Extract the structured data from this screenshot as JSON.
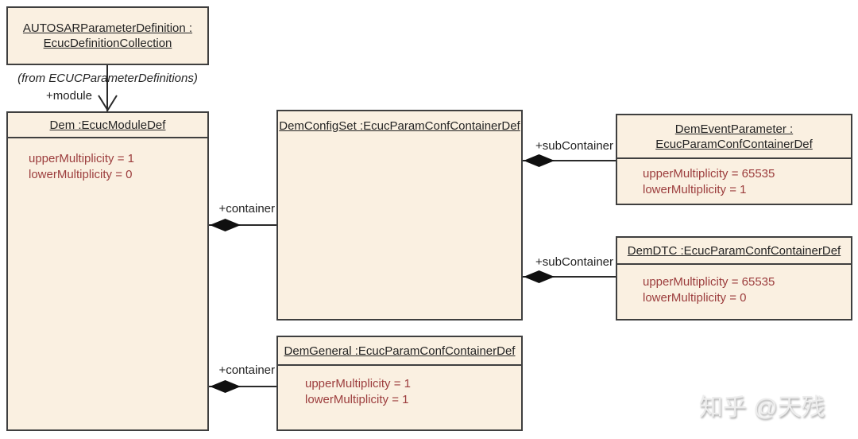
{
  "colors": {
    "box-fill": "#faf0e1",
    "box-border": "#3f3f3f",
    "title-color": "#242424",
    "attr-color": "#9c3d3d",
    "line-color": "#2a2a2a",
    "label-color": "#222222",
    "watermark-color": "#ededed"
  },
  "boxes": {
    "autosar": {
      "title_line1": "AUTOSARParameterDefinition :",
      "title_line2": "EcucDefinitionCollection"
    },
    "dem": {
      "title": "Dem :EcucModuleDef",
      "attributes": [
        "upperMultiplicity = 1",
        "lowerMultiplicity = 0"
      ]
    },
    "config_set": {
      "title": "DemConfigSet :EcucParamConfContainerDef"
    },
    "general": {
      "title": "DemGeneral :EcucParamConfContainerDef",
      "attributes": [
        "upperMultiplicity = 1",
        "lowerMultiplicity = 1"
      ]
    },
    "event_parameter": {
      "title_line1": "DemEventParameter :",
      "title_line2": "EcucParamConfContainerDef",
      "attributes": [
        "upperMultiplicity = 65535",
        "lowerMultiplicity = 1"
      ]
    },
    "dtc": {
      "title": "DemDTC :EcucParamConfContainerDef",
      "attributes": [
        "upperMultiplicity = 65535",
        "lowerMultiplicity = 0"
      ]
    }
  },
  "labels": {
    "from_note": "(from ECUCParameterDefinitions)",
    "module": "+module",
    "container_top": "+container",
    "container_bottom": "+container",
    "subcontainer_top": "+subContainer",
    "subcontainer_bottom": "+subContainer"
  },
  "watermark": "知乎 @天残"
}
